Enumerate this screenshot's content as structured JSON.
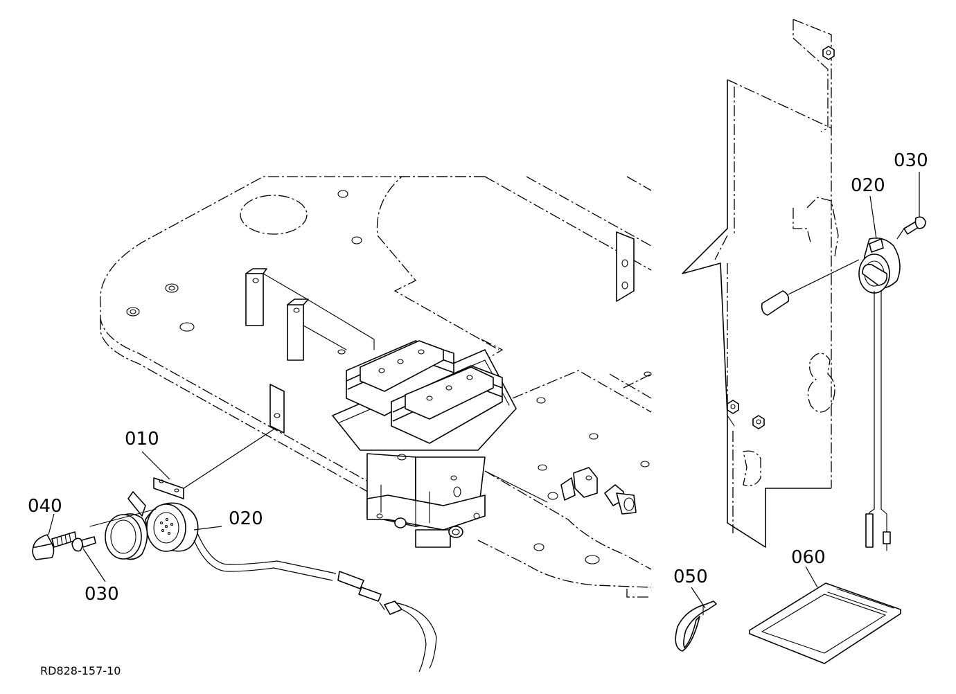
{
  "drawing_code": "RD828-157-10",
  "callouts": {
    "c010": "010",
    "c020_left": "020",
    "c030_left": "030",
    "c040": "040",
    "c020_right": "020",
    "c030_right": "030",
    "c050": "050",
    "c060": "060"
  }
}
